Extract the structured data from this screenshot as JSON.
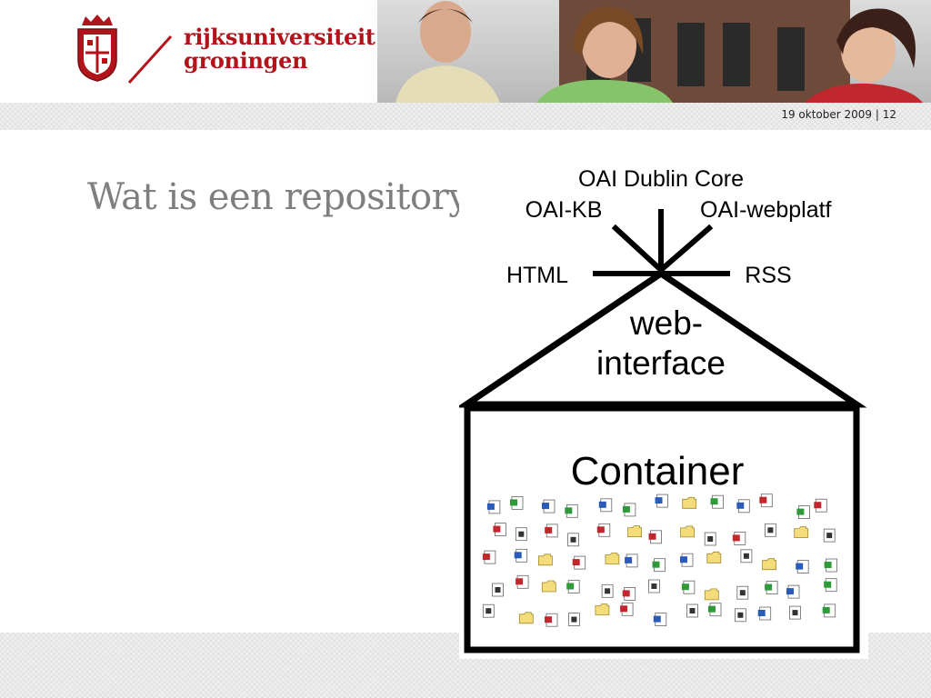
{
  "header": {
    "logo": {
      "line1": "rijksuniversiteit",
      "line2": "groningen"
    },
    "date_page": "19 oktober 2009 | 12"
  },
  "slide": {
    "title": "Wat is een repository"
  },
  "diagram": {
    "labels": {
      "top": "OAI Dublin Core",
      "upper_left": "OAI-KB",
      "upper_right": "OAI-webplatf",
      "left": "HTML",
      "right": "RSS",
      "roof_line1": "web-",
      "roof_line2": "interface",
      "box": "Container"
    },
    "file_icons": [
      {
        "kind": "word"
      },
      {
        "kind": "excel"
      },
      {
        "kind": "word"
      },
      {
        "kind": "excel"
      },
      {
        "kind": "word"
      },
      {
        "kind": "excel"
      },
      {
        "kind": "word"
      },
      {
        "kind": "folder"
      },
      {
        "kind": "excel"
      },
      {
        "kind": "word"
      },
      {
        "kind": "ppt"
      },
      {
        "kind": "excel"
      },
      {
        "kind": "ppt"
      },
      {
        "kind": "ppt"
      },
      {
        "kind": "video"
      },
      {
        "kind": "ppt"
      },
      {
        "kind": "video"
      },
      {
        "kind": "ppt"
      },
      {
        "kind": "folder"
      },
      {
        "kind": "ppt"
      },
      {
        "kind": "folder"
      },
      {
        "kind": "video"
      },
      {
        "kind": "ppt"
      },
      {
        "kind": "video"
      },
      {
        "kind": "folder"
      },
      {
        "kind": "video"
      },
      {
        "kind": "ppt"
      },
      {
        "kind": "word"
      },
      {
        "kind": "folder"
      },
      {
        "kind": "ppt"
      },
      {
        "kind": "folder"
      },
      {
        "kind": "word"
      },
      {
        "kind": "excel"
      },
      {
        "kind": "word"
      },
      {
        "kind": "folder"
      },
      {
        "kind": "video"
      },
      {
        "kind": "folder"
      },
      {
        "kind": "word"
      },
      {
        "kind": "excel"
      },
      {
        "kind": "video"
      },
      {
        "kind": "ppt"
      },
      {
        "kind": "folder"
      },
      {
        "kind": "excel"
      },
      {
        "kind": "video"
      },
      {
        "kind": "ppt"
      },
      {
        "kind": "video"
      },
      {
        "kind": "excel"
      },
      {
        "kind": "folder"
      },
      {
        "kind": "video"
      },
      {
        "kind": "excel"
      },
      {
        "kind": "word"
      },
      {
        "kind": "excel"
      },
      {
        "kind": "video"
      },
      {
        "kind": "folder"
      },
      {
        "kind": "ppt"
      },
      {
        "kind": "video"
      },
      {
        "kind": "folder"
      },
      {
        "kind": "ppt"
      },
      {
        "kind": "word"
      },
      {
        "kind": "video"
      },
      {
        "kind": "excel"
      },
      {
        "kind": "video"
      },
      {
        "kind": "word"
      },
      {
        "kind": "video"
      },
      {
        "kind": "excel"
      }
    ],
    "colors": {
      "word": "#2b5bb8",
      "excel": "#2e9a3a",
      "ppt": "#c4262e",
      "folder": "#f4dc7a",
      "video": "#333333"
    }
  },
  "colors": {
    "brand_red": "#b3131b",
    "title_gray": "#7f7f7f"
  }
}
